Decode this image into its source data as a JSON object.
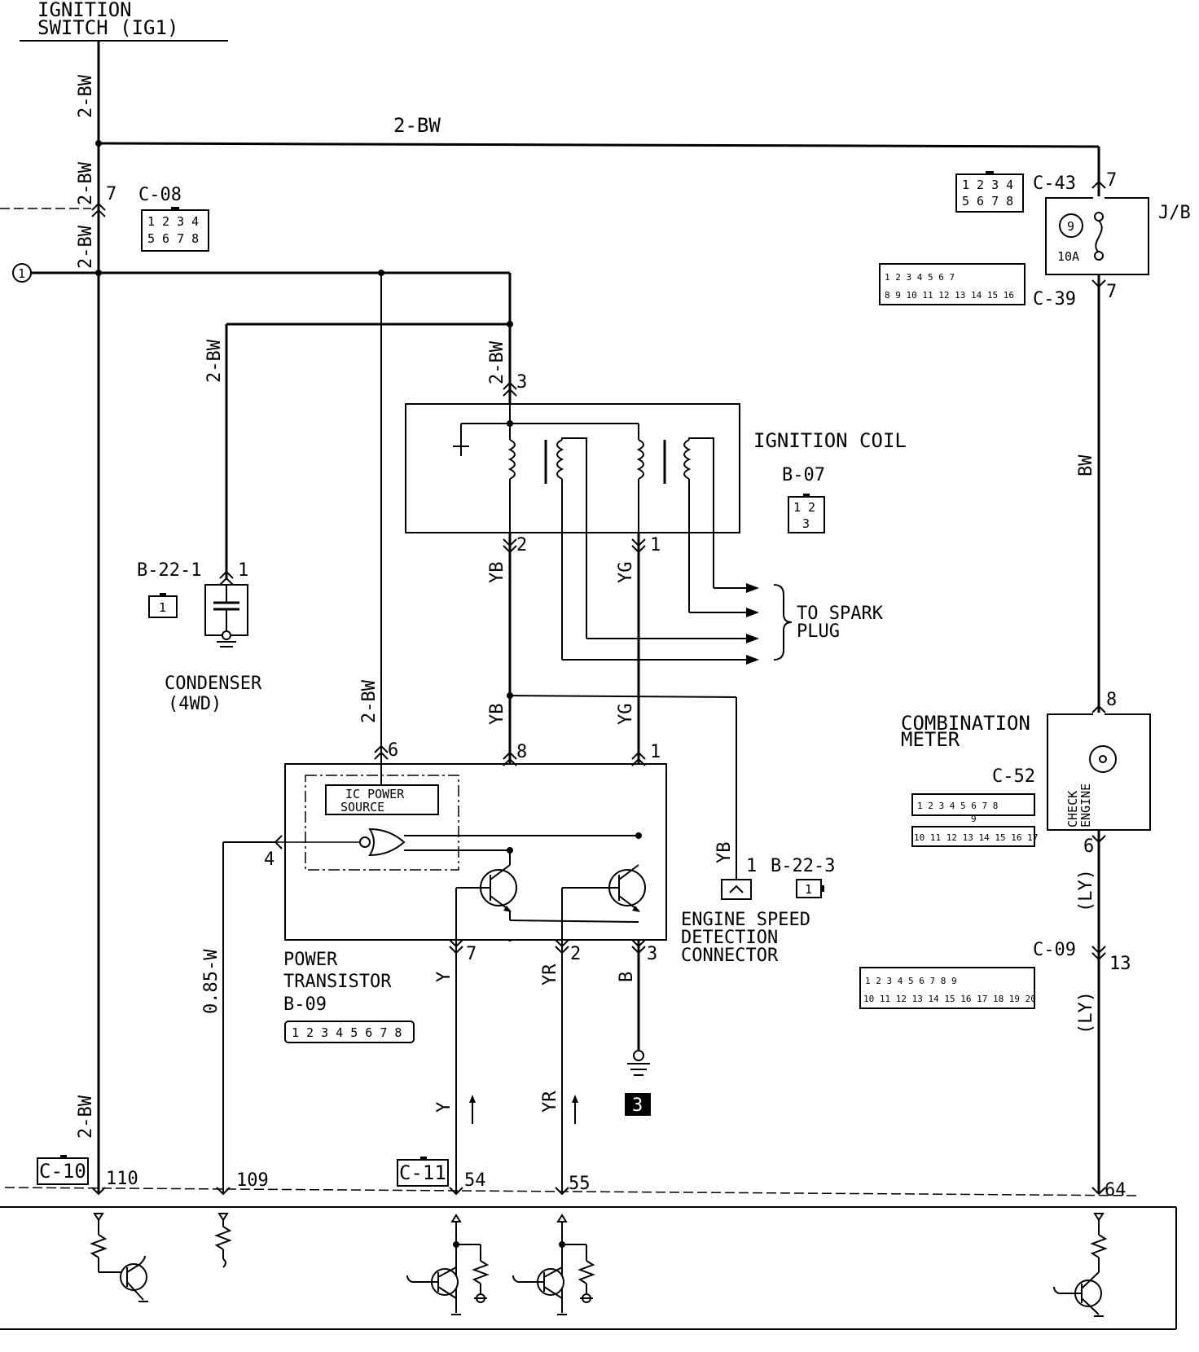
{
  "labels": {
    "ignition_switch_l1": "IGNITION",
    "ignition_switch_l2": "SWITCH (IG1)",
    "ignition_coil": "IGNITION COIL",
    "to_spark_l1": "TO SPARK",
    "to_spark_l2": "PLUG",
    "condenser_l1": "CONDENSER",
    "condenser_l2": "(4WD)",
    "power_tr_l1": "POWER",
    "power_tr_l2": "TRANSISTOR",
    "ic_power_l1": "IC POWER",
    "ic_power_l2": "SOURCE",
    "combination_l1": "COMBINATION",
    "combination_l2": "METER",
    "check_engine_l1": "CHECK",
    "check_engine_l2": "ENGINE",
    "esd_l1": "ENGINE SPEED",
    "esd_l2": "DETECTION",
    "esd_l3": "CONNECTOR",
    "jb": "J/B",
    "fuse": "10A",
    "fuse_no": "9",
    "ground_no": "3",
    "junction_no": "1"
  },
  "connectors": {
    "c08": "C-08",
    "c43": "C-43",
    "c39": "C-39",
    "b07": "B-07",
    "b22_1": "B-22-1",
    "b22_3": "B-22-3",
    "b09": "B-09",
    "c52": "C-52",
    "c09": "C-09",
    "c10": "C-10",
    "c11": "C-11"
  },
  "wires": {
    "bw2": "2-BW",
    "bw": "BW",
    "yb": "YB",
    "yg": "YG",
    "y": "Y",
    "yr": "YR",
    "b": "B",
    "w085": "0.85-W",
    "ly": "(LY)"
  },
  "pins": {
    "p7": "7",
    "p1": "1",
    "p2": "2",
    "p3": "3",
    "p4": "4",
    "p6": "6",
    "p8": "8",
    "p13": "13",
    "p110": "110",
    "p109": "109",
    "p54": "54",
    "p55": "55",
    "p64": "64"
  },
  "connector_faces": {
    "c08_top": "1 2 3 4",
    "c08_bot": "5 6 7 8",
    "c43_top": "1 2 3 4",
    "c43_bot": "5 6 7 8",
    "c39_top": "1 2 3 4    5 6 7",
    "c39_bot": "8 9 10 11 12 13 14 15 16",
    "b07_top": "1 2",
    "b07_bot": "3",
    "b22_1_face": "1",
    "b22_3_face": "1",
    "b09_face": "1 2 3 4 5 6 7 8",
    "c52_top": "1 2 3 4 5 6 7 8",
    "c52_mid": "9",
    "c52_bot": "10 11 12 13 14 15 16 17",
    "c09_top": "1 2 3 4 5    6 7 8 9",
    "c09_bot": "10 11 12 13 14 15 16 17 18 19 20"
  }
}
